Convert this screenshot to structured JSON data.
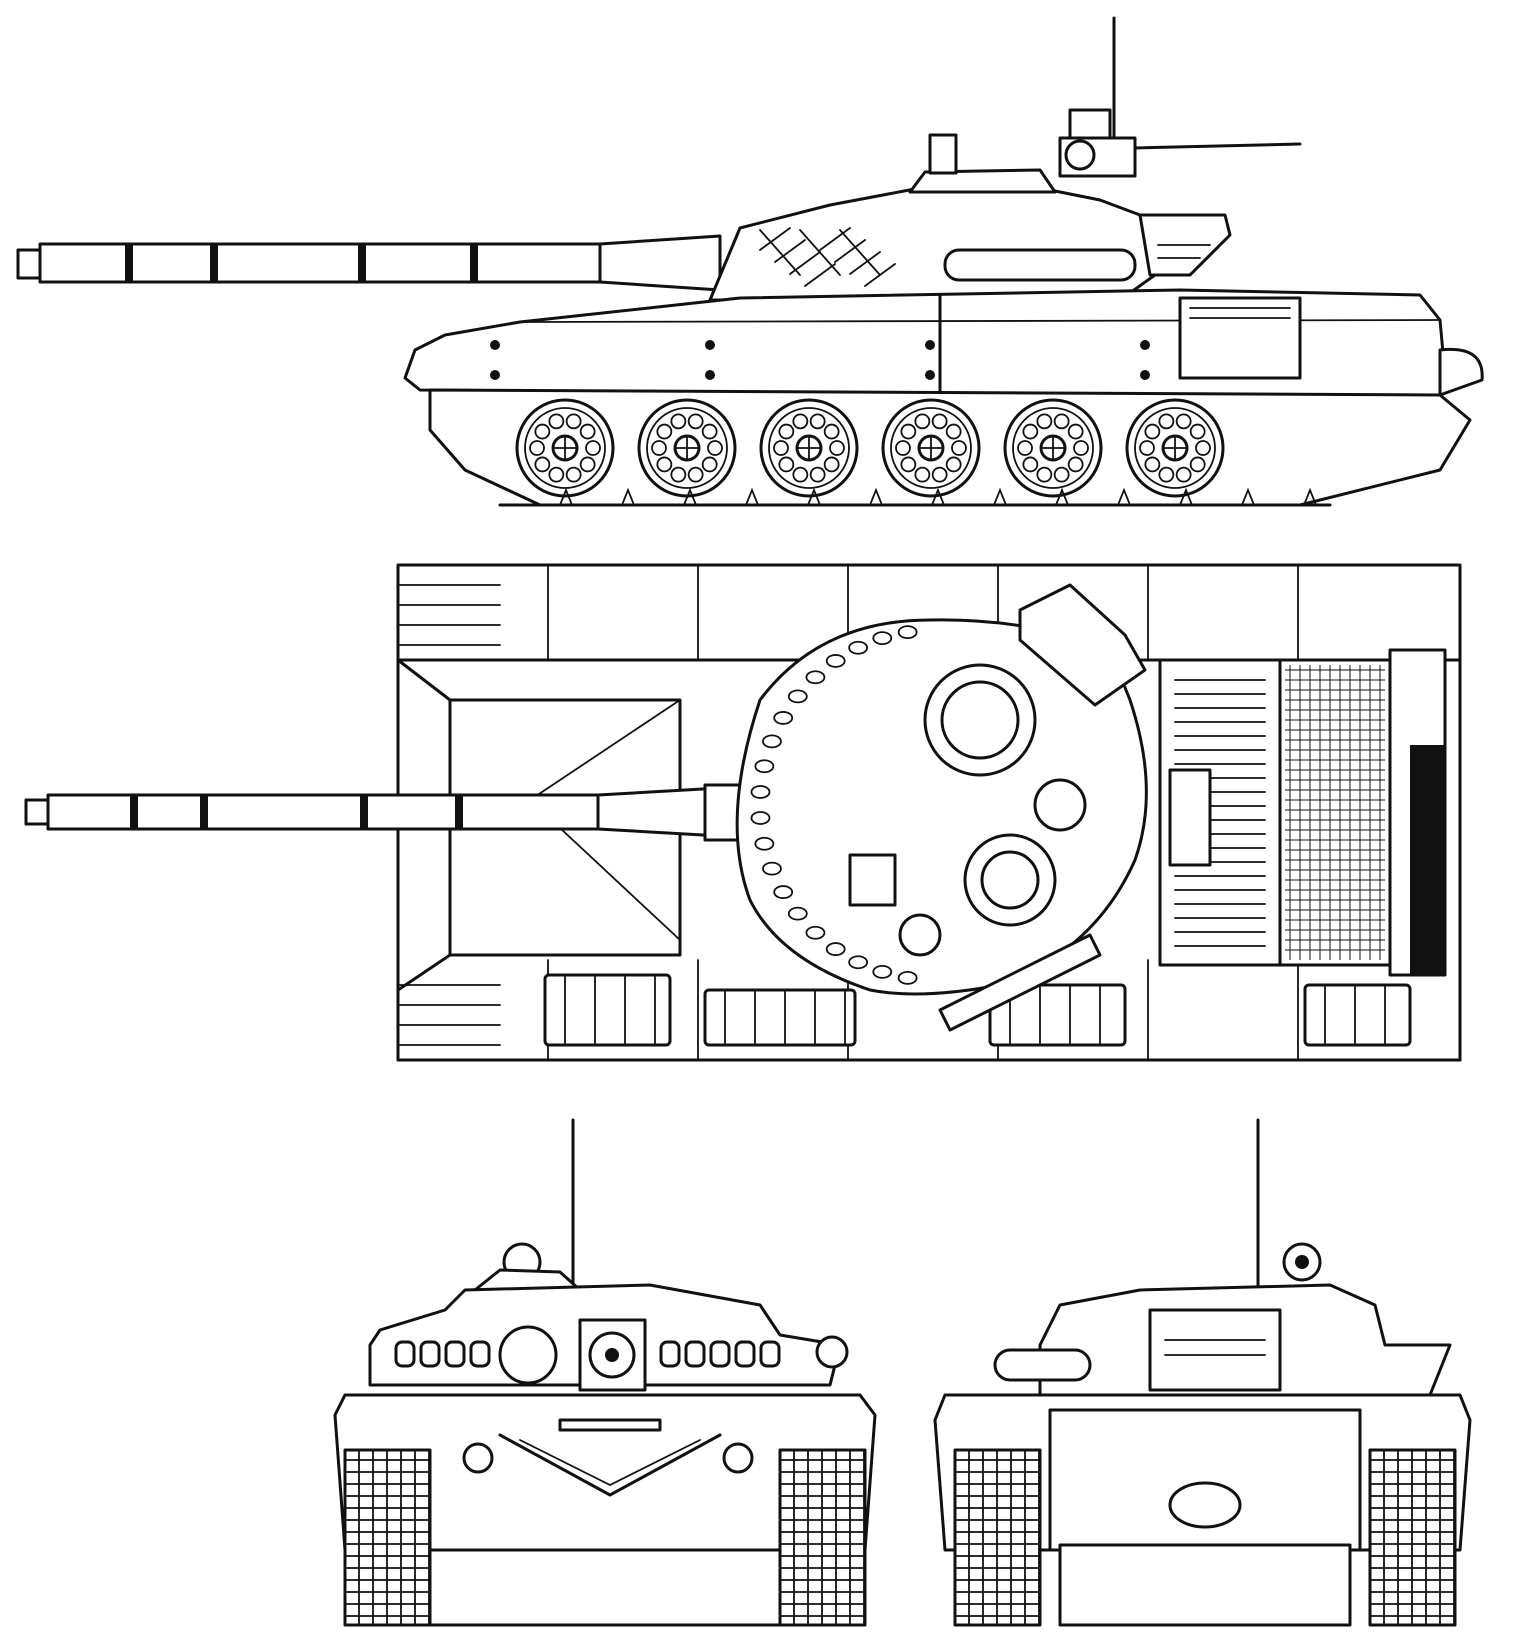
{
  "drawing": {
    "line_color": "#111111",
    "background_color": "#ffffff",
    "views": [
      {
        "id": "side",
        "road_wheels": 6,
        "gun_barrel_segments": 5
      },
      {
        "id": "top",
        "hatches": 2
      },
      {
        "id": "front"
      },
      {
        "id": "rear"
      }
    ]
  }
}
